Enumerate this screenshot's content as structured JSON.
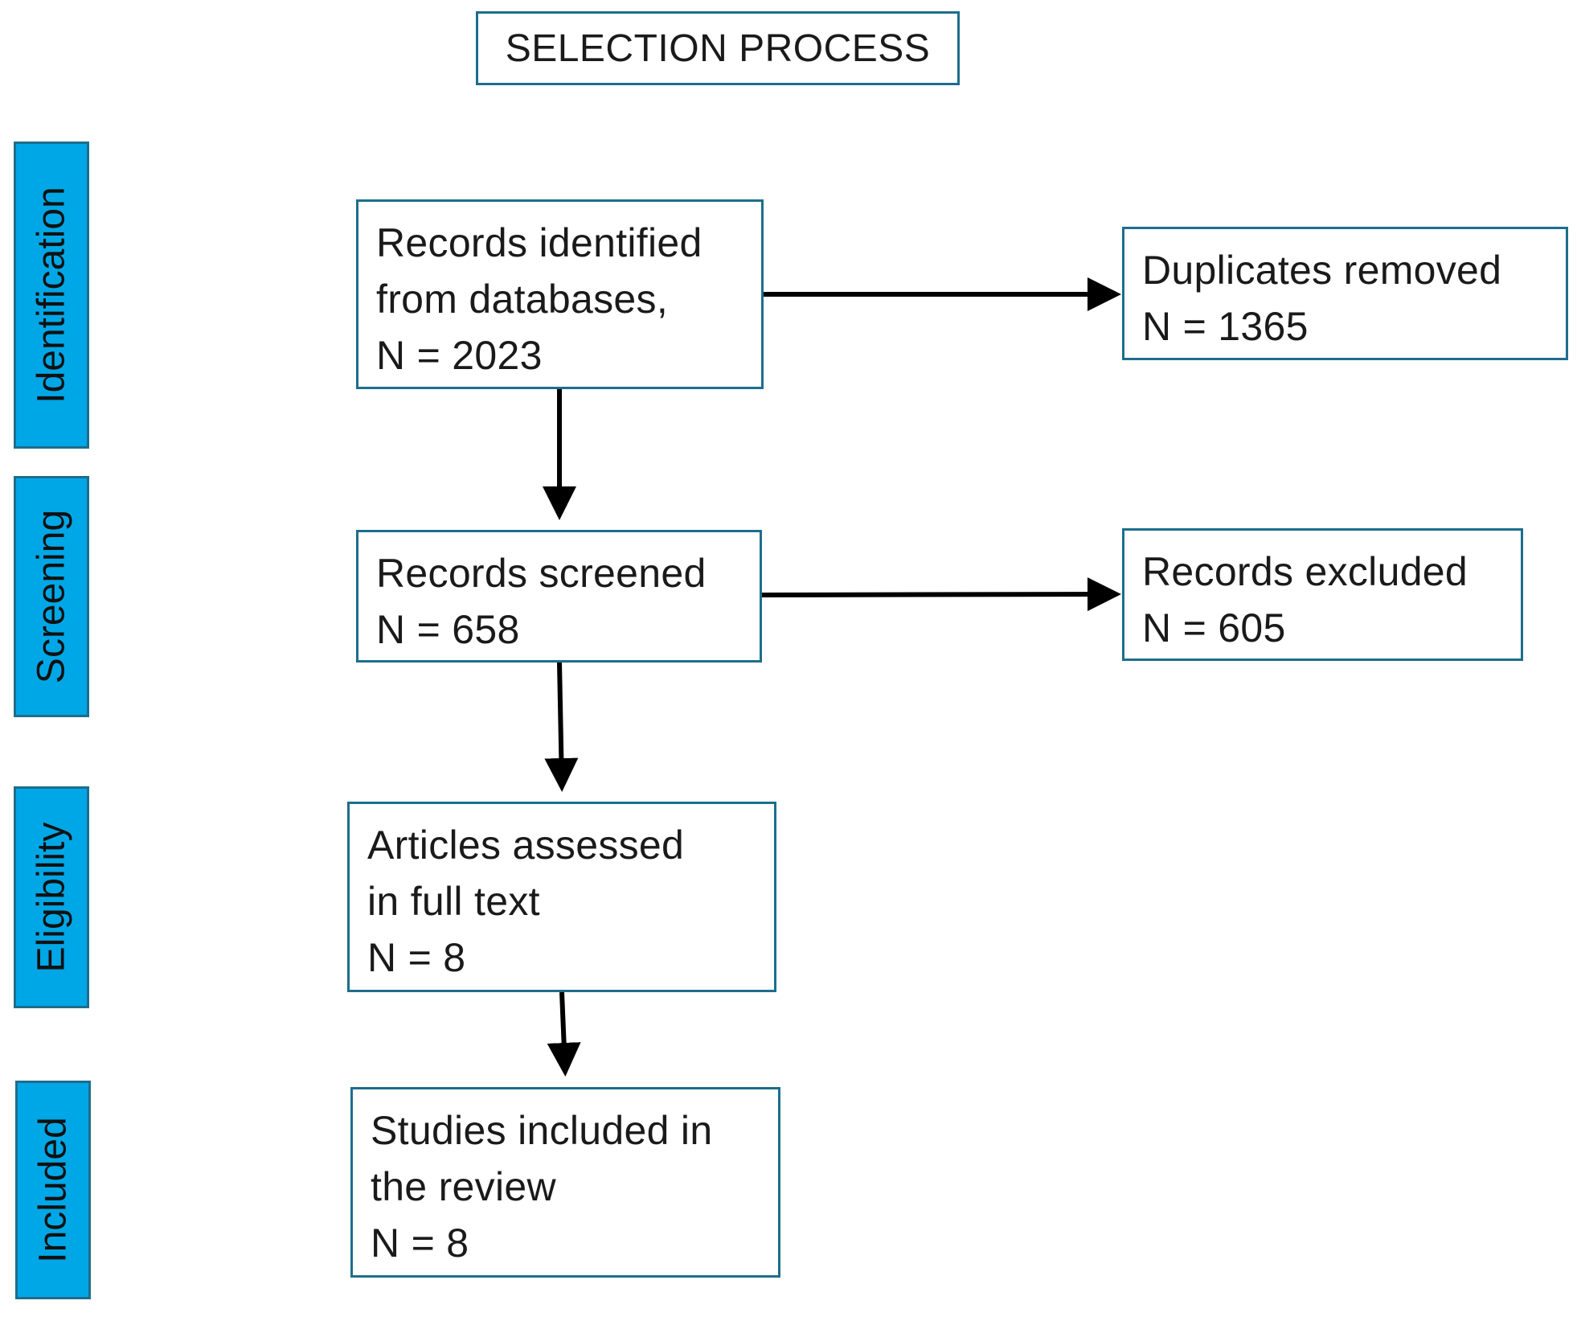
{
  "title": "SELECTION PROCESS",
  "stages": [
    {
      "id": "identification",
      "label": "Identification"
    },
    {
      "id": "screening",
      "label": "Screening"
    },
    {
      "id": "eligibility",
      "label": "Eligibility"
    },
    {
      "id": "included",
      "label": "Included"
    }
  ],
  "nodes": {
    "records_identified": {
      "lines": [
        "Records identified",
        "from databases,",
        "N = 2023"
      ]
    },
    "duplicates_removed": {
      "lines": [
        "Duplicates removed",
        "N = 1365"
      ]
    },
    "records_screened": {
      "lines": [
        "Records screened",
        "N = 658"
      ]
    },
    "records_excluded": {
      "lines": [
        "Records excluded",
        "N = 605"
      ]
    },
    "articles_assessed": {
      "lines": [
        "Articles assessed",
        "in full text",
        "N = 8"
      ]
    },
    "studies_included": {
      "lines": [
        "Studies included in",
        "the review",
        "N = 8"
      ]
    }
  },
  "colors": {
    "stage_fill": "#00a7e6",
    "border": "#1d6e8c",
    "arrow": "#000000"
  }
}
